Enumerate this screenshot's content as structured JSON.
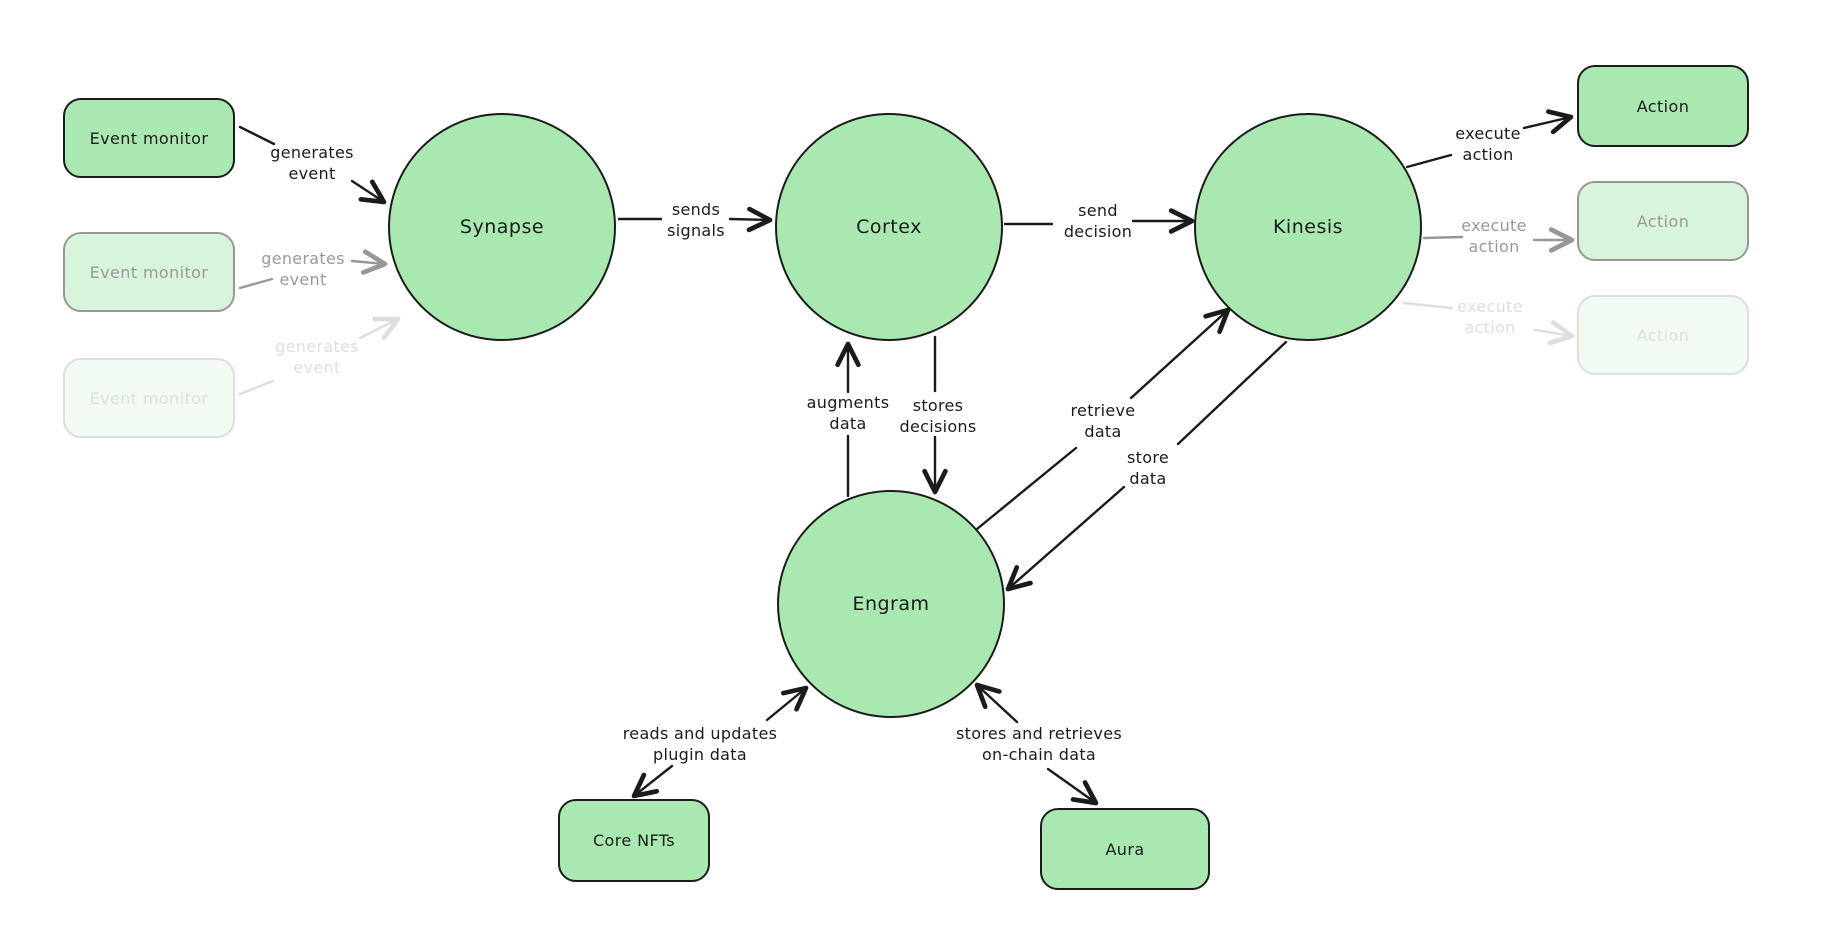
{
  "colors": {
    "background": "#ffffff",
    "node-fill": "#a9e9b1",
    "stroke": "#1b1b1b",
    "text": "#1b1b1b"
  },
  "nodes": {
    "event_monitor_1": {
      "label": "Event monitor"
    },
    "event_monitor_2": {
      "label": "Event monitor"
    },
    "event_monitor_3": {
      "label": "Event monitor"
    },
    "synapse": {
      "label": "Synapse"
    },
    "cortex": {
      "label": "Cortex"
    },
    "kinesis": {
      "label": "Kinesis"
    },
    "engram": {
      "label": "Engram"
    },
    "action_1": {
      "label": "Action"
    },
    "action_2": {
      "label": "Action"
    },
    "action_3": {
      "label": "Action"
    },
    "core_nfts": {
      "label": "Core NFTs"
    },
    "aura": {
      "label": "Aura"
    }
  },
  "edges": {
    "generates_event_1": {
      "label": "generates\nevent",
      "from": "event_monitor_1",
      "to": "synapse"
    },
    "generates_event_2": {
      "label": "generates\nevent",
      "from": "event_monitor_2",
      "to": "synapse"
    },
    "generates_event_3": {
      "label": "generates\nevent",
      "from": "event_monitor_3",
      "to": "synapse"
    },
    "sends_signals": {
      "label": "sends\nsignals",
      "from": "synapse",
      "to": "cortex"
    },
    "send_decision": {
      "label": "send\ndecision",
      "from": "cortex",
      "to": "kinesis"
    },
    "execute_action_1": {
      "label": "execute\naction",
      "from": "kinesis",
      "to": "action_1"
    },
    "execute_action_2": {
      "label": "execute\naction",
      "from": "kinesis",
      "to": "action_2"
    },
    "execute_action_3": {
      "label": "execute\naction",
      "from": "kinesis",
      "to": "action_3"
    },
    "augments_data": {
      "label": "augments\ndata",
      "from": "engram",
      "to": "cortex"
    },
    "stores_decisions": {
      "label": "stores\ndecisions",
      "from": "cortex",
      "to": "engram"
    },
    "retrieve_data": {
      "label": "retrieve\ndata",
      "from": "engram",
      "to": "kinesis"
    },
    "store_data": {
      "label": "store\ndata",
      "from": "kinesis",
      "to": "engram"
    },
    "reads_updates_plugin_data": {
      "label": "reads and updates\nplugin data",
      "from": "core_nfts",
      "to": "engram",
      "bidirectional": true
    },
    "stores_retrieves_onchain_data": {
      "label": "stores and retrieves\non-chain data",
      "from": "aura",
      "to": "engram",
      "bidirectional": true
    }
  }
}
